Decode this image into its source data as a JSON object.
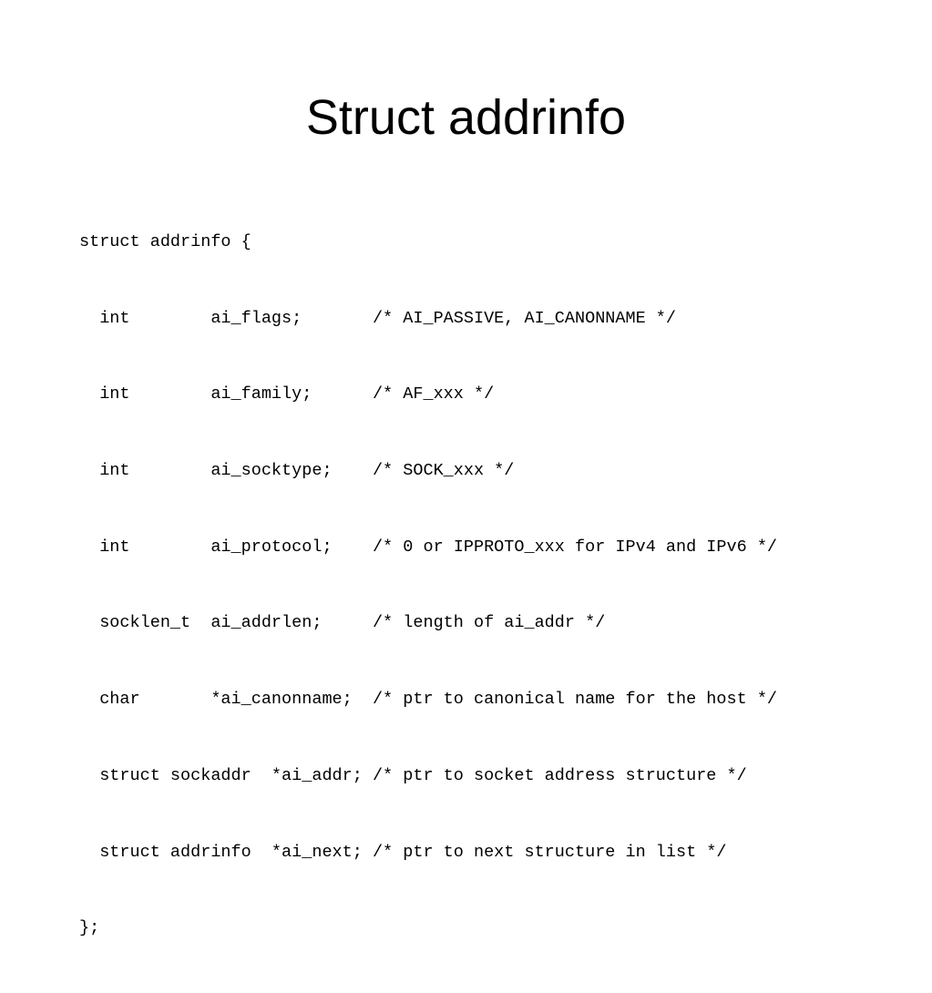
{
  "slide": {
    "title": "Struct addrinfo",
    "code_lines": [
      "struct addrinfo {",
      "  int        ai_flags;       /* AI_PASSIVE, AI_CANONNAME */",
      "  int        ai_family;      /* AF_xxx */",
      "  int        ai_socktype;    /* SOCK_xxx */",
      "  int        ai_protocol;    /* 0 or IPPROTO_xxx for IPv4 and IPv6 */",
      "  socklen_t  ai_addrlen;     /* length of ai_addr */",
      "  char       *ai_canonname;  /* ptr to canonical name for the host */",
      "  struct sockaddr  *ai_addr; /* ptr to socket address structure */",
      "  struct addrinfo  *ai_next; /* ptr to next structure in list */",
      "};"
    ]
  }
}
